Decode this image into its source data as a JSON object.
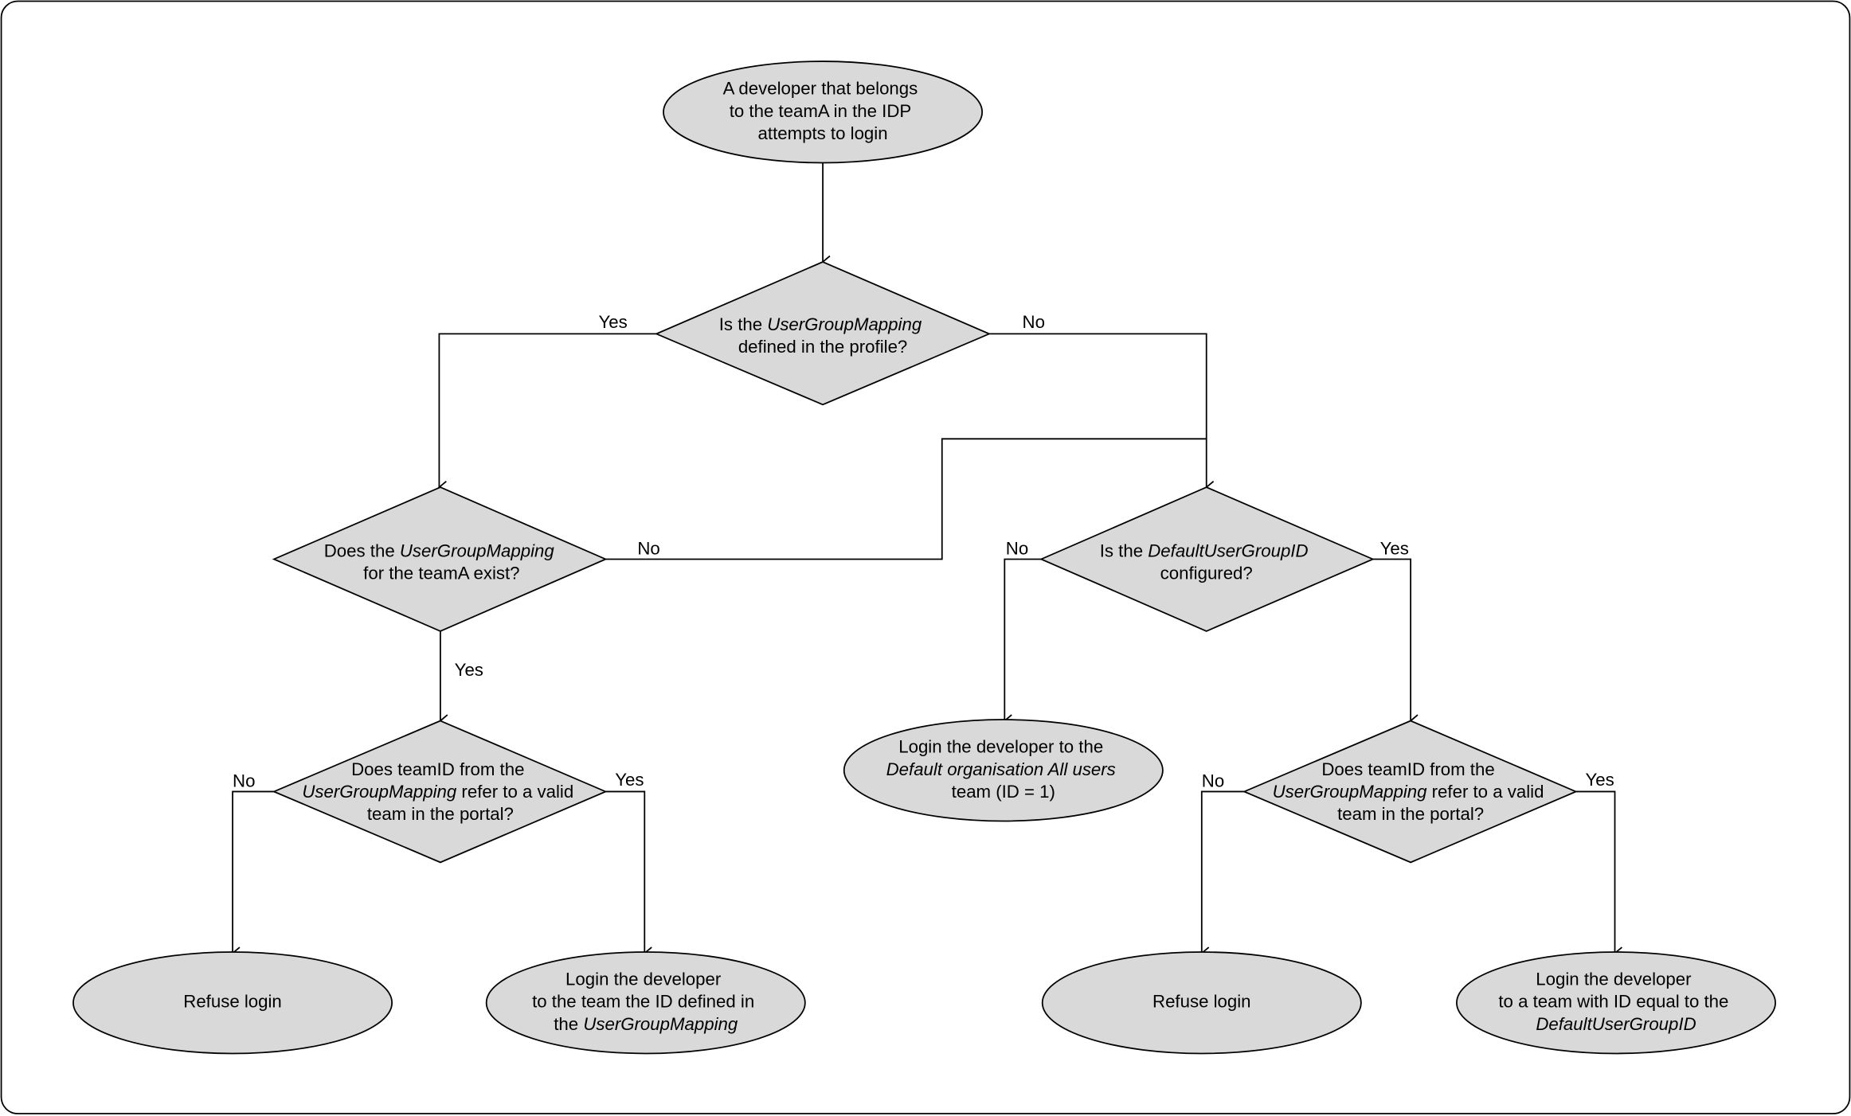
{
  "colors": {
    "shape_fill": "#d9d9d9",
    "stroke": "#000000",
    "background": "#ffffff"
  },
  "nodes": {
    "start": {
      "l1": "A developer that belongs",
      "l2": "to the teamA in the IDP",
      "l3": "attempts to login"
    },
    "d1": {
      "l1a": "Is the ",
      "l1b": "UserGroupMapping",
      "l2": "defined in the profile?"
    },
    "d2": {
      "l1a": "Does the ",
      "l1b": "UserGroupMapping",
      "l2": "for the teamA exist?"
    },
    "d3": {
      "l1a": "Is the ",
      "l1b": "DefaultUserGroupID",
      "l2": "configured?"
    },
    "default_login": {
      "l1": "Login the developer to the",
      "l2": "Default organisation All users",
      "l3": "team (ID = 1)"
    },
    "d4": {
      "l1": "Does teamID from the",
      "l2a": "UserGroupMapping",
      "l2b": " refer to a valid",
      "l3": "team in the portal?"
    },
    "d5": {
      "l1": "Does teamID from the",
      "l2a": "UserGroupMapping",
      "l2b": " refer to a valid",
      "l3": "team in the portal?"
    },
    "refuse1": {
      "l1": "Refuse login"
    },
    "login_mapping": {
      "l1": "Login the developer",
      "l2": "to the team the ID defined in",
      "l3a": "the ",
      "l3b": "UserGroupMapping"
    },
    "refuse2": {
      "l1": "Refuse login"
    },
    "login_default": {
      "l1": "Login the developer",
      "l2": "to a team with ID equal to the",
      "l3": "DefaultUserGroupID"
    }
  },
  "edge_labels": {
    "d1_yes": "Yes",
    "d1_no": "No",
    "d2_no": "No",
    "d2_yes": "Yes",
    "d3_no": "No",
    "d3_yes": "Yes",
    "d4_no": "No",
    "d4_yes": "Yes",
    "d5_no": "No",
    "d5_yes": "Yes"
  }
}
